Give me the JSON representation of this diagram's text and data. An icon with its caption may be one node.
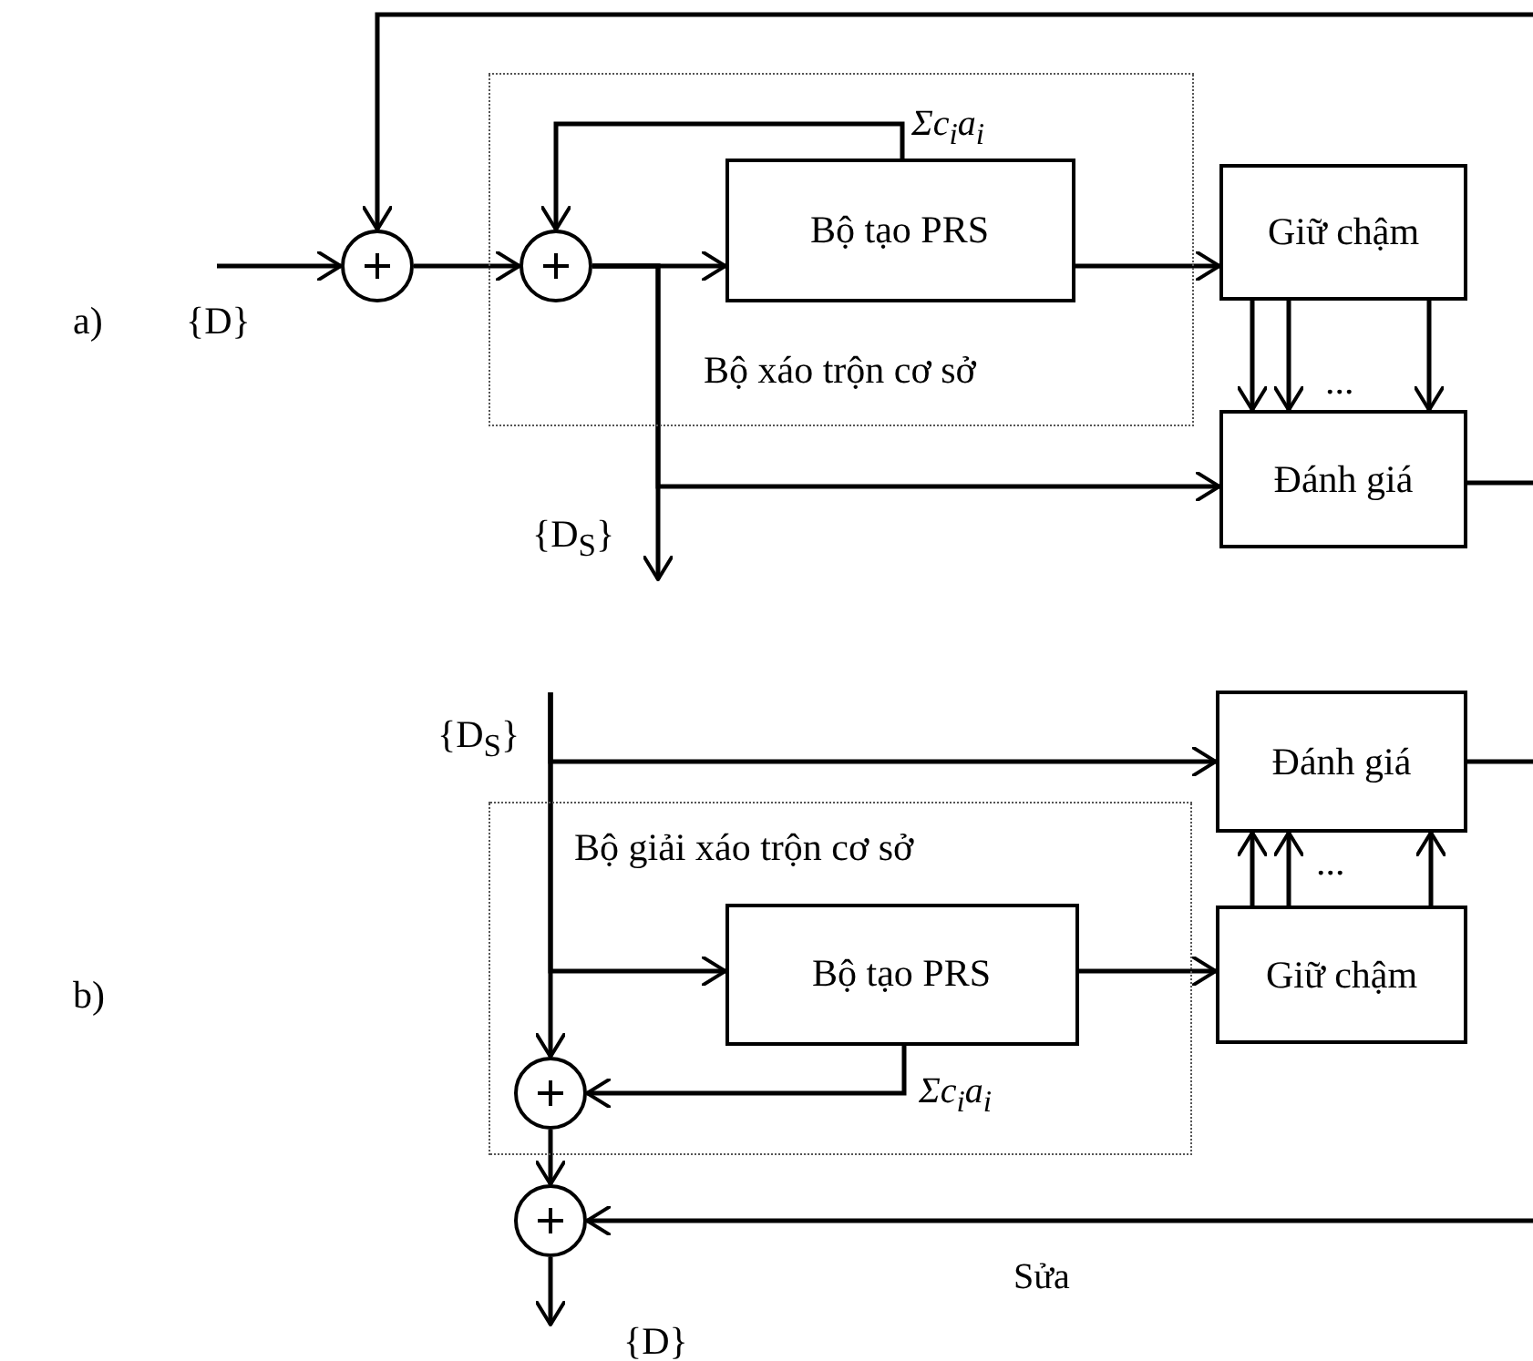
{
  "diagram": {
    "nodes": [
      {
        "text": [
          "Bộ xáo trộn cơ sở"
        ]
      },
      {
        "text": [],
        "shape": "circle"
      },
      {
        "text": [],
        "shape": "circle",
        "in": 0
      },
      {
        "text": [
          "Bộ tạo PRS"
        ],
        "in": 0,
        "beside": [
          "Σc$_{i}$a$_{i}$"
        ]
      },
      {
        "text": [
          "Giữ chậm"
        ]
      },
      {
        "text": [
          "Đánh giá"
        ]
      },
      {
        "text": [
          "Đánh giá"
        ]
      },
      {
        "text": [
          "Bộ giải xáo trộn cơ sở"
        ]
      },
      {
        "text": [
          "Bộ tạo PRS"
        ],
        "in": 7,
        "beside": [
          "Σc$_{i}$a$_{i}$"
        ]
      },
      {
        "text": [
          "Giữ chậm"
        ]
      },
      {
        "text": [],
        "shape": "circle",
        "in": 7
      },
      {
        "text": [],
        "shape": "circle"
      }
    ],
    "edges": [
      {
        "from": null,
        "to": 1,
        "arrow": "to"
      },
      {
        "from": null,
        "to": 1,
        "arrow": "to"
      },
      {
        "from": 1,
        "to": 2,
        "arrow": "to"
      },
      {
        "from": 2,
        "to": 3,
        "arrow": "to"
      },
      {
        "from": 3,
        "to": 2,
        "arrow": "to"
      },
      {
        "from": 3,
        "to": 4,
        "arrow": "to"
      },
      {
        "from": 4,
        "to": 5,
        "arrow": "to"
      },
      {
        "from": 4,
        "to": 5,
        "arrow": "to"
      },
      {
        "from": 4,
        "to": 5,
        "arrow": "to"
      },
      {
        "from": 2,
        "to": null,
        "arrow": "to"
      },
      {
        "from": 2,
        "to": 5,
        "arrow": "to"
      },
      {
        "from": 5,
        "to": null,
        "arrow": "none"
      },
      {
        "from": null,
        "to": 6,
        "arrow": "to"
      },
      {
        "from": null,
        "to": 8,
        "arrow": "to"
      },
      {
        "from": null,
        "to": 10,
        "arrow": "to"
      },
      {
        "from": 8,
        "to": 9,
        "arrow": "to"
      },
      {
        "from": 8,
        "to": 10,
        "arrow": "to"
      },
      {
        "from": 9,
        "to": 6,
        "arrow": "to"
      },
      {
        "from": 9,
        "to": 6,
        "arrow": "to"
      },
      {
        "from": 9,
        "to": 6,
        "arrow": "to"
      },
      {
        "from": 6,
        "to": null,
        "arrow": "none"
      },
      {
        "from": 10,
        "to": 11,
        "arrow": "to"
      },
      {
        "from": null,
        "to": 11,
        "arrow": "to",
        "label": "Sửa"
      },
      {
        "from": 11,
        "to": null,
        "arrow": "to"
      }
    ],
    "labels": [
      "a)",
      "{D}",
      "...",
      "{D$_{S}$}",
      "{D$_{S}$}",
      "...",
      "b)",
      "{D}"
    ]
  }
}
